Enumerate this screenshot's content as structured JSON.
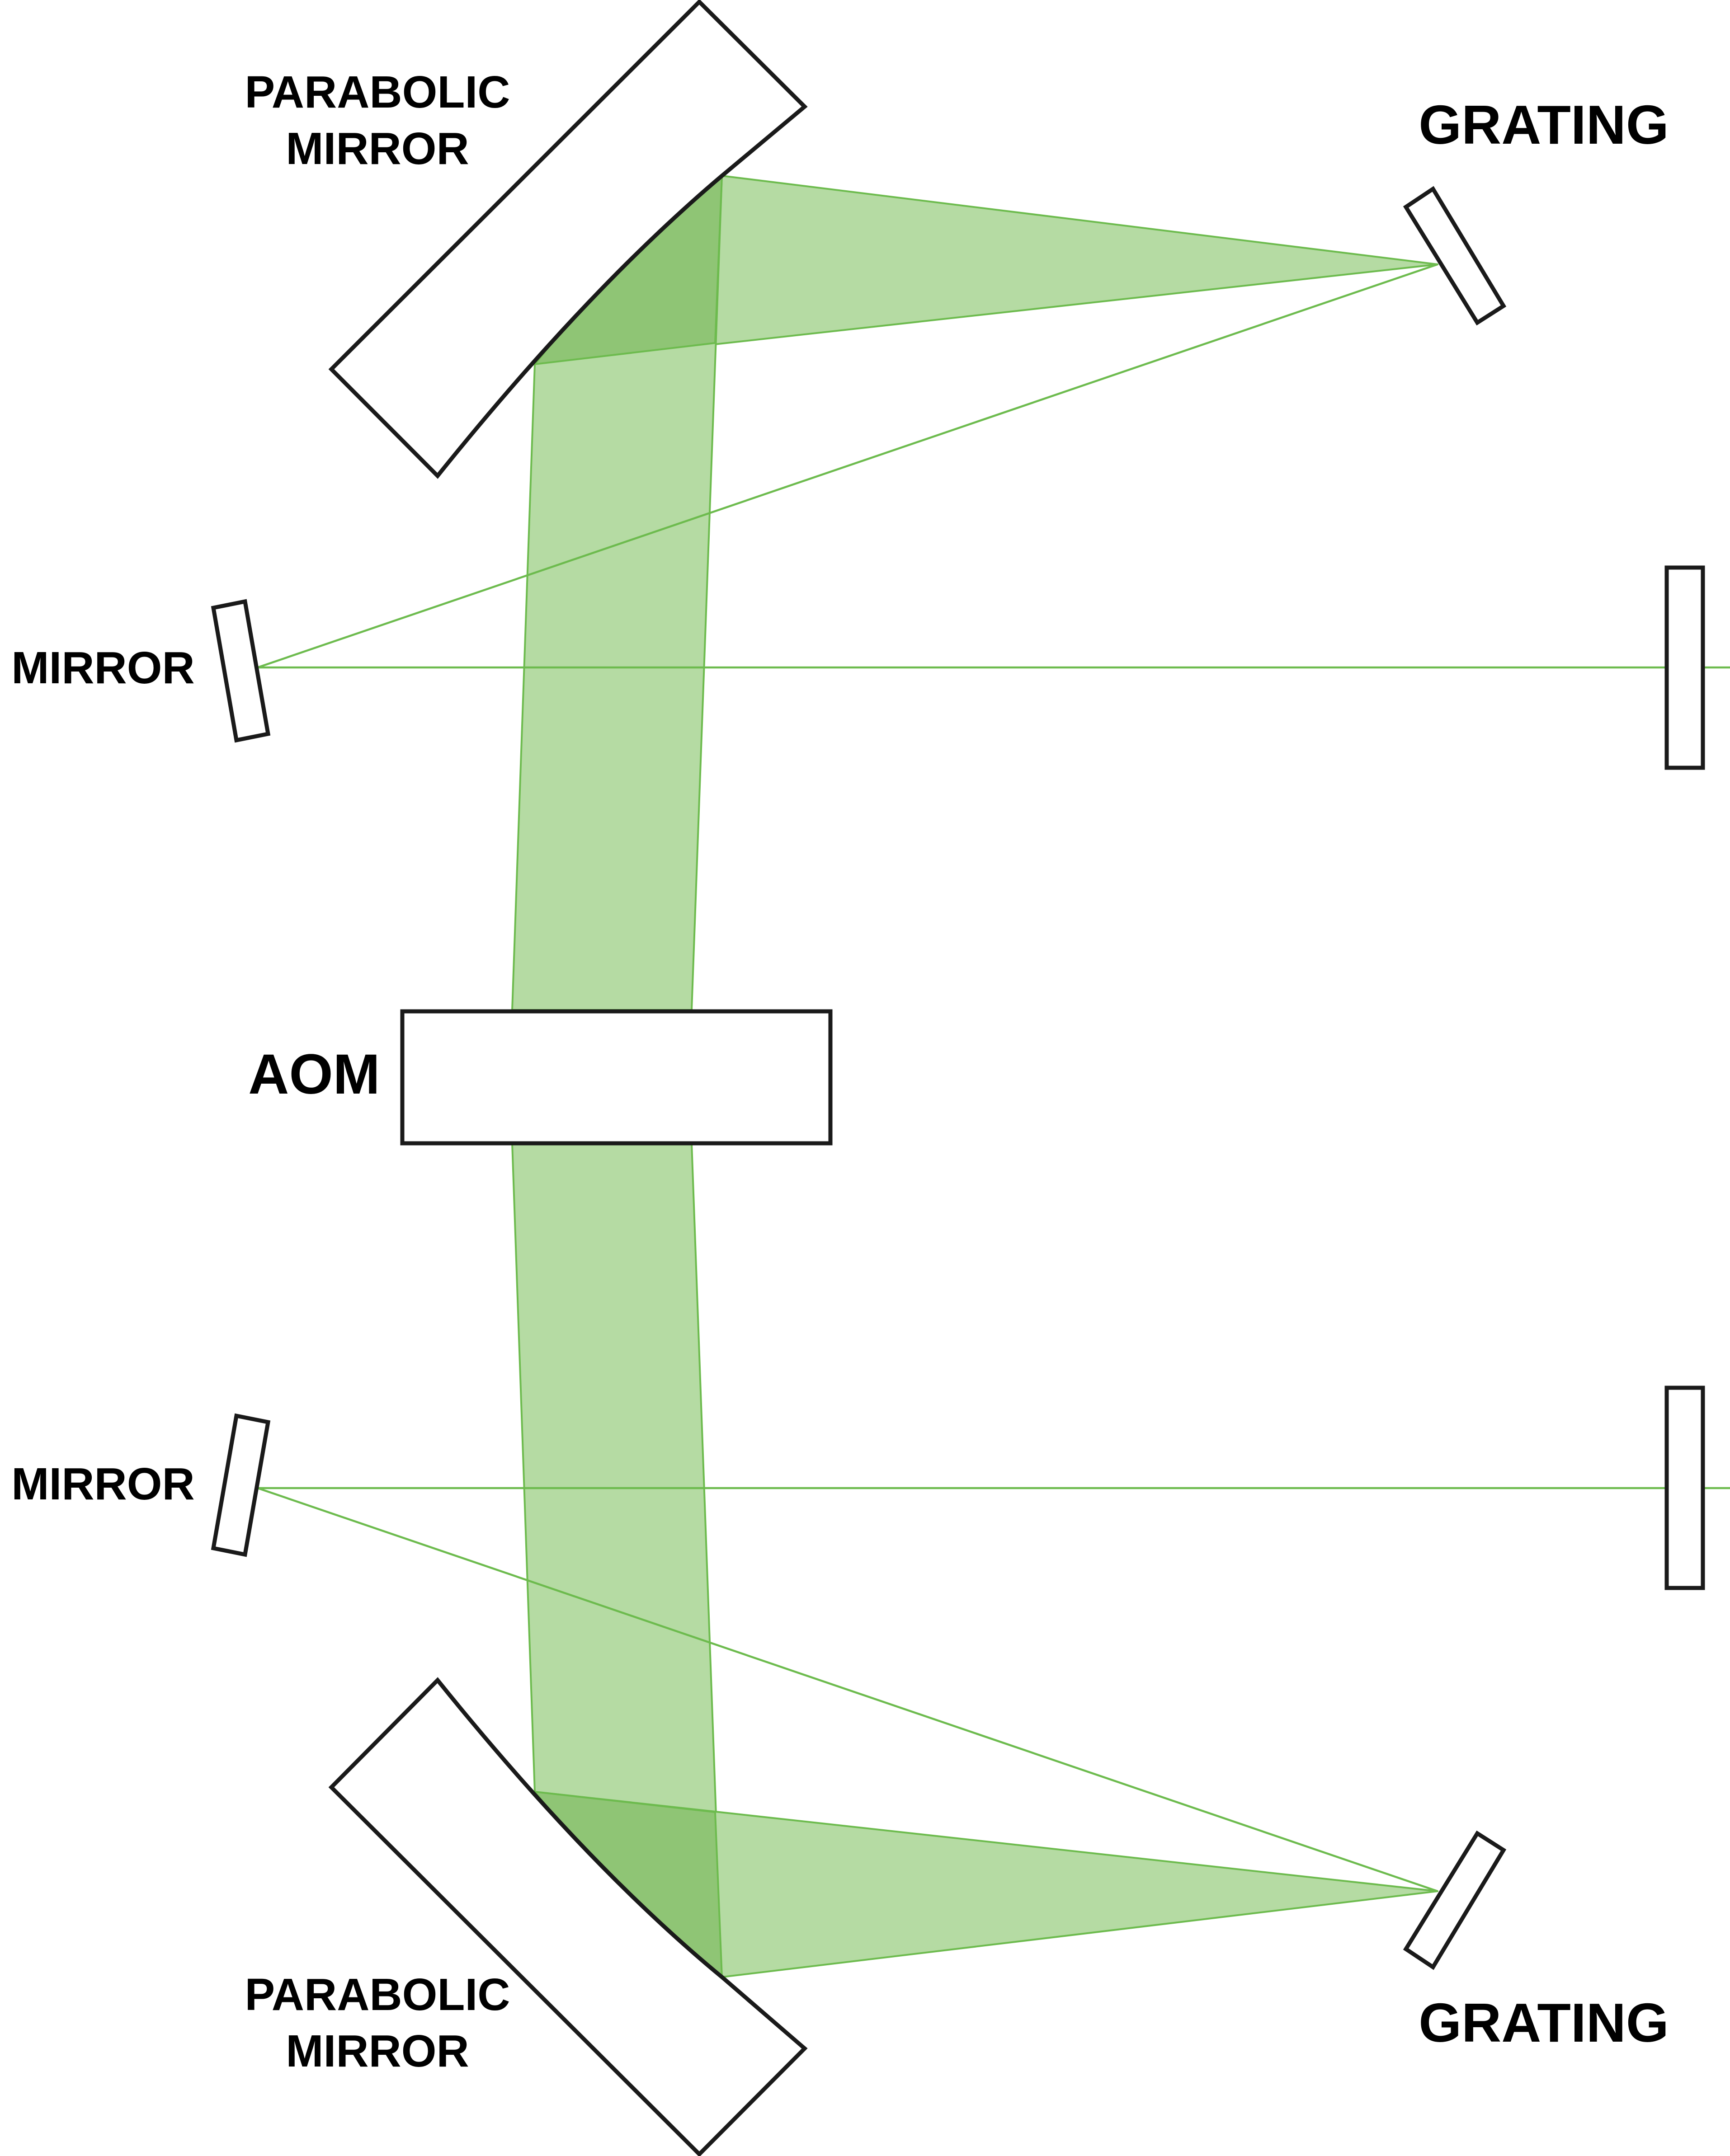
{
  "labels": {
    "parabolic_mirror_top_line1": "PARABOLIC",
    "parabolic_mirror_top_line2": "MIRROR",
    "parabolic_mirror_bottom_line1": "PARABOLIC",
    "parabolic_mirror_bottom_line2": "MIRROR",
    "grating_top": "GRATING",
    "grating_bottom": "GRATING",
    "mirror_top": "MIRROR",
    "mirror_bottom": "MIRROR",
    "aom": "AOM"
  },
  "colors": {
    "beam_fill": "#b5dba3",
    "beam_overlap_fill": "#8fc575",
    "beam_stroke": "#6dbb4e",
    "outline": "#1a1a1a",
    "background": "#ffffff"
  }
}
